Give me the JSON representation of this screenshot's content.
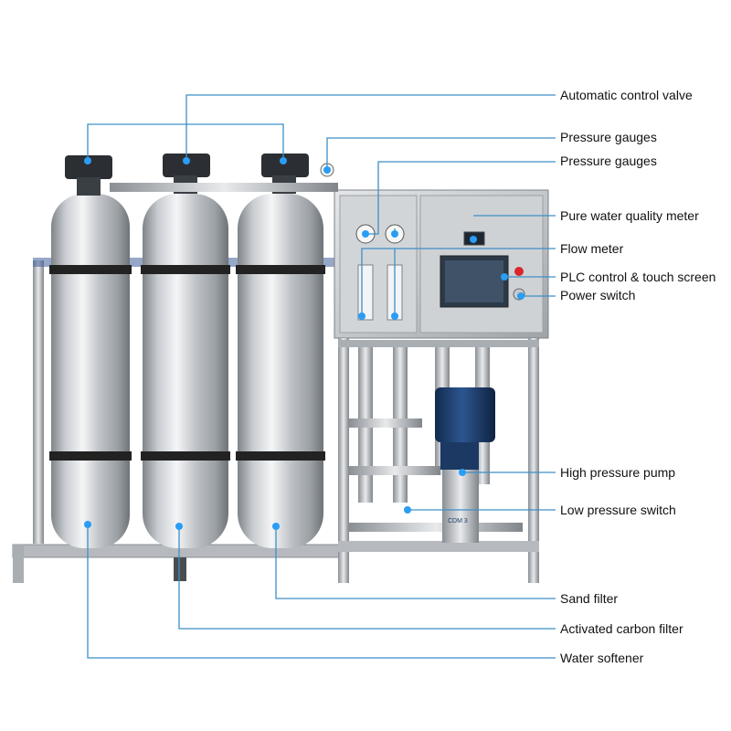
{
  "labels": {
    "auto_valve": "Automatic control valve",
    "pressure_gauges_1": "Pressure gauges",
    "pressure_gauges_2": "Pressure gauges",
    "water_quality_meter": "Pure water quality meter",
    "flow_meter": "Flow meter",
    "plc_screen": "PLC control & touch screen",
    "power_switch": "Power switch",
    "high_pressure_pump": "High pressure pump",
    "low_pressure_switch": "Low pressure switch",
    "sand_filter": "Sand filter",
    "carbon_filter": "Activated carbon filter",
    "water_softener": "Water softener"
  },
  "pump_text": "CDM 3",
  "colors": {
    "leader_line": "#3d8fc7",
    "marker_dot": "#2a9df4",
    "steel_light": "#eef0f2",
    "steel_dark": "#8c9196",
    "strap": "#222222",
    "valve_head": "#2b2f33",
    "pump_blue": "#1f3f6e",
    "screen": "#3a4a5e"
  }
}
